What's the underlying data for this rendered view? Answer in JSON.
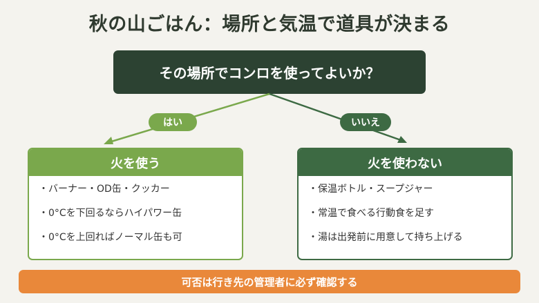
{
  "title": "秋の山ごはん：場所と気温で道具が決まる",
  "question": "その場所でコンロを使ってよいか？",
  "branches": {
    "yes": {
      "label": "はい",
      "heading": "火を使う",
      "items": [
        "・バーナー・OD缶・クッカー",
        "・0°Cを下回るならハイパワー缶",
        "・0°Cを上回ればノーマル缶も可"
      ]
    },
    "no": {
      "label": "いいえ",
      "heading": "火を使わない",
      "items": [
        "・保温ボトル・スープジャー",
        "・常温で食べる行動食を足す",
        "・湯は出発前に用意して持ち上げる"
      ]
    }
  },
  "footer": "可否は行き先の管理者に必ず確認する",
  "colors": {
    "background": "#f4f3ee",
    "question_bg": "#2c4232",
    "yes_green": "#7aa84c",
    "no_green": "#3d6a43",
    "footer_orange": "#e9883a"
  }
}
